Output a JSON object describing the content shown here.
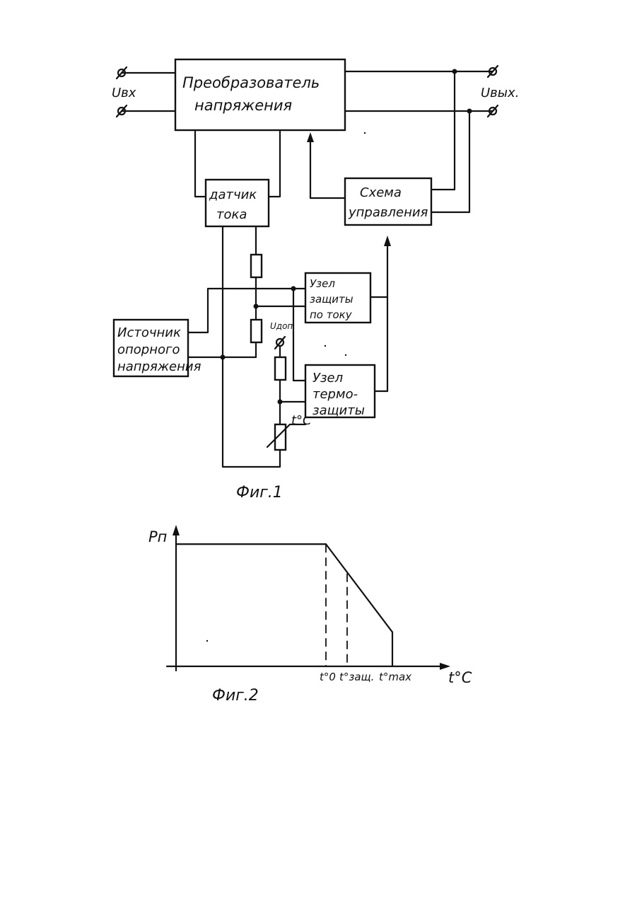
{
  "fig1": {
    "blocks": {
      "converter": [
        "Преобразователь",
        "напряжения"
      ],
      "current_sensor": [
        "датчик",
        "тока"
      ],
      "control": [
        "Схема",
        "управления"
      ],
      "current_protection": [
        "Узел",
        "защиты",
        "по току"
      ],
      "reference_source": [
        "Источник",
        "опорного",
        "напряжения"
      ],
      "thermal_protection": [
        "Узел",
        "термо-",
        "защиты"
      ]
    },
    "labels": {
      "u_in": "Uвх",
      "u_out": "Uвых.",
      "u_add": "Uдоп",
      "thermistor_temp": "t°C"
    },
    "caption": "Фиг.1"
  },
  "fig2": {
    "ylabel": "Pп",
    "xlabel": "t°C",
    "tick_labels": [
      "t°0",
      "t°защ.",
      "t°max"
    ],
    "caption": "Фиг.2"
  },
  "chart_data": {
    "type": "line",
    "title": "",
    "xlabel": "t°C",
    "ylabel": "Pп",
    "x": [
      "t°0",
      "t°защ.",
      "t°max"
    ],
    "series": [
      {
        "values": [
          1.0,
          0.76,
          0.28
        ]
      }
    ],
    "ylim": [
      0,
      1.1
    ],
    "grid": false
  }
}
